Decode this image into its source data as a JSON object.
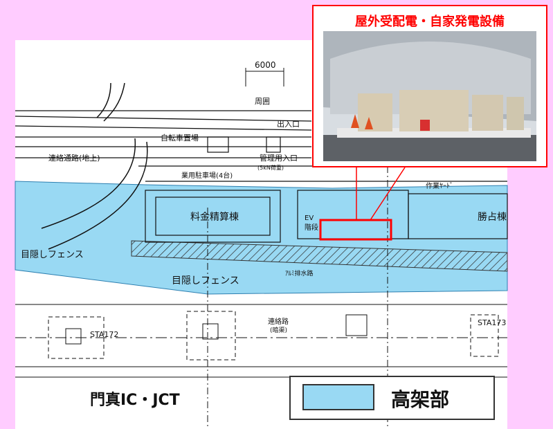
{
  "callout": {
    "title": "屋外受配電・自家発電設備"
  },
  "drawing": {
    "dimension": "6000",
    "labels": {
      "perimeter": "周囲",
      "entrance": "出入口",
      "connecting_passage": "連絡通路(地上)",
      "bicycle_parking": "自転車置場",
      "mgmt_entrance": "管理用入口",
      "mgmt_entrance_sub": "(5kN荷重)",
      "business_parking": "業用駐車場(4台)",
      "toll_building": "料金精算棟",
      "ev": "EV",
      "stairs": "階段",
      "work": "作業ﾔｰﾄﾞ",
      "fence_left": "目隠しフェンス",
      "fence_mid": "目隠しフェンス",
      "drain": "ｱﾙﾐ排水路",
      "sta172": "STA172",
      "sta173": "STA173",
      "waterway": "連絡路",
      "waterway_sub": "(暗渠)",
      "right_facility": "勝占棟"
    }
  },
  "footer": {
    "location": "門真IC・JCT"
  },
  "legend": {
    "label": "高架部",
    "color": "#99d9f3"
  }
}
